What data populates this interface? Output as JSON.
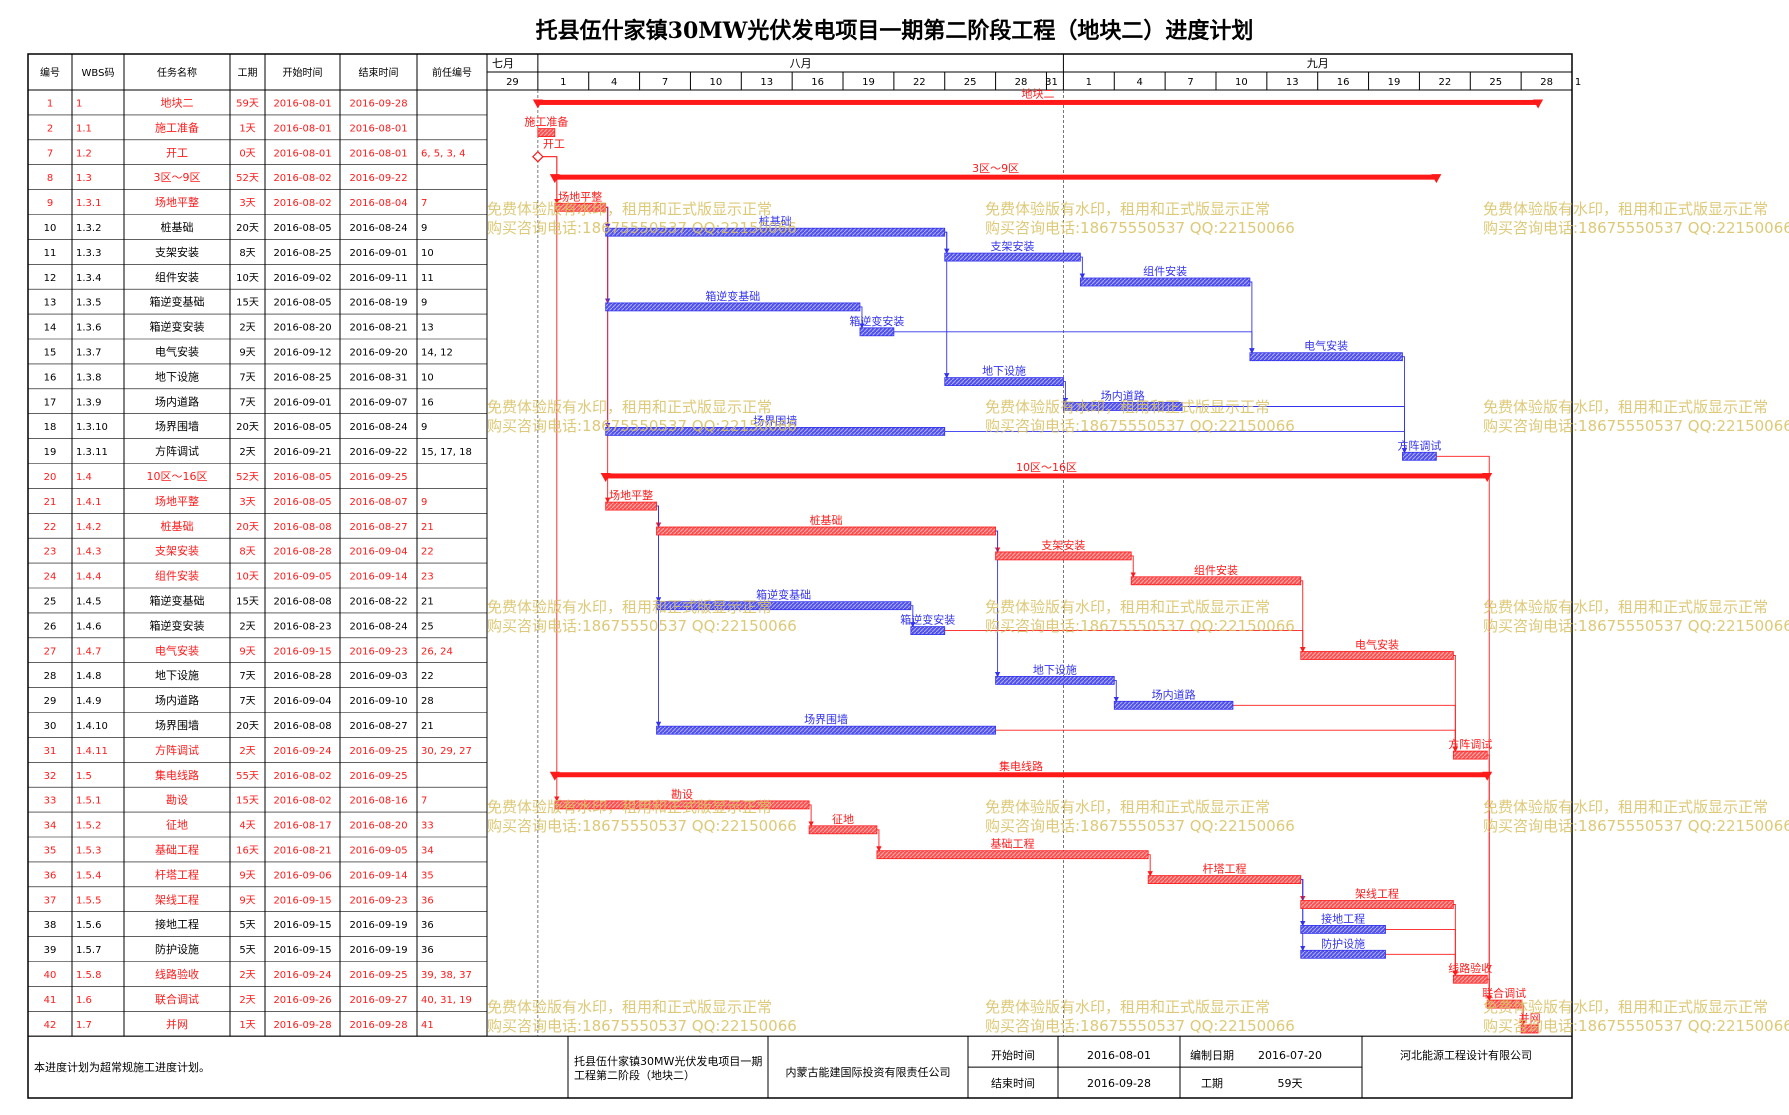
{
  "title": "托县伍什家镇30MW光伏发电项目一期第二阶段工程（地块二）进度计划",
  "columns": [
    "编号",
    "WBS码",
    "任务名称",
    "工期",
    "开始时间",
    "结束时间",
    "前任编号"
  ],
  "timeline": {
    "months": [
      "七月",
      "八月",
      "九月"
    ],
    "day_ticks": [
      "29",
      "1",
      "4",
      "7",
      "10",
      "13",
      "16",
      "19",
      "22",
      "25",
      "28",
      "31",
      "1",
      "4",
      "7",
      "10",
      "13",
      "16",
      "19",
      "22",
      "25",
      "28",
      "1"
    ]
  },
  "chart_data": {
    "type": "gantt",
    "x_range": [
      "2016-07-29",
      "2016-10-01"
    ],
    "colors": {
      "critical": "#ff1a1a",
      "normal": "#3333ee"
    },
    "tasks": [
      {
        "id": "1",
        "wbs": "1",
        "name": "地块二",
        "dur": "59天",
        "start": "2016-08-01",
        "end": "2016-09-28",
        "pred": "",
        "summary": true,
        "critical": true
      },
      {
        "id": "2",
        "wbs": "1.1",
        "name": "施工准备",
        "dur": "1天",
        "start": "2016-08-01",
        "end": "2016-08-01",
        "pred": "",
        "summary": false,
        "critical": true
      },
      {
        "id": "7",
        "wbs": "1.2",
        "name": "开工",
        "dur": "0天",
        "start": "2016-08-01",
        "end": "2016-08-01",
        "pred": "6, 5, 3, 4",
        "summary": false,
        "critical": true,
        "milestone": true
      },
      {
        "id": "8",
        "wbs": "1.3",
        "name": "3区～9区",
        "dur": "52天",
        "start": "2016-08-02",
        "end": "2016-09-22",
        "pred": "",
        "summary": true,
        "critical": true
      },
      {
        "id": "9",
        "wbs": "1.3.1",
        "name": "场地平整",
        "dur": "3天",
        "start": "2016-08-02",
        "end": "2016-08-04",
        "pred": "7",
        "summary": false,
        "critical": true
      },
      {
        "id": "10",
        "wbs": "1.3.2",
        "name": "桩基础",
        "dur": "20天",
        "start": "2016-08-05",
        "end": "2016-08-24",
        "pred": "9",
        "summary": false,
        "critical": false
      },
      {
        "id": "11",
        "wbs": "1.3.3",
        "name": "支架安装",
        "dur": "8天",
        "start": "2016-08-25",
        "end": "2016-09-01",
        "pred": "10",
        "summary": false,
        "critical": false
      },
      {
        "id": "12",
        "wbs": "1.3.4",
        "name": "组件安装",
        "dur": "10天",
        "start": "2016-09-02",
        "end": "2016-09-11",
        "pred": "11",
        "summary": false,
        "critical": false
      },
      {
        "id": "13",
        "wbs": "1.3.5",
        "name": "箱逆变基础",
        "dur": "15天",
        "start": "2016-08-05",
        "end": "2016-08-19",
        "pred": "9",
        "summary": false,
        "critical": false
      },
      {
        "id": "14",
        "wbs": "1.3.6",
        "name": "箱逆变安装",
        "dur": "2天",
        "start": "2016-08-20",
        "end": "2016-08-21",
        "pred": "13",
        "summary": false,
        "critical": false
      },
      {
        "id": "15",
        "wbs": "1.3.7",
        "name": "电气安装",
        "dur": "9天",
        "start": "2016-09-12",
        "end": "2016-09-20",
        "pred": "14, 12",
        "summary": false,
        "critical": false
      },
      {
        "id": "16",
        "wbs": "1.3.8",
        "name": "地下设施",
        "dur": "7天",
        "start": "2016-08-25",
        "end": "2016-08-31",
        "pred": "10",
        "summary": false,
        "critical": false
      },
      {
        "id": "17",
        "wbs": "1.3.9",
        "name": "场内道路",
        "dur": "7天",
        "start": "2016-09-01",
        "end": "2016-09-07",
        "pred": "16",
        "summary": false,
        "critical": false
      },
      {
        "id": "18",
        "wbs": "1.3.10",
        "name": "场界围墙",
        "dur": "20天",
        "start": "2016-08-05",
        "end": "2016-08-24",
        "pred": "9",
        "summary": false,
        "critical": false
      },
      {
        "id": "19",
        "wbs": "1.3.11",
        "name": "方阵调试",
        "dur": "2天",
        "start": "2016-09-21",
        "end": "2016-09-22",
        "pred": "15, 17, 18",
        "summary": false,
        "critical": false
      },
      {
        "id": "20",
        "wbs": "1.4",
        "name": "10区～16区",
        "dur": "52天",
        "start": "2016-08-05",
        "end": "2016-09-25",
        "pred": "",
        "summary": true,
        "critical": true
      },
      {
        "id": "21",
        "wbs": "1.4.1",
        "name": "场地平整",
        "dur": "3天",
        "start": "2016-08-05",
        "end": "2016-08-07",
        "pred": "9",
        "summary": false,
        "critical": true
      },
      {
        "id": "22",
        "wbs": "1.4.2",
        "name": "桩基础",
        "dur": "20天",
        "start": "2016-08-08",
        "end": "2016-08-27",
        "pred": "21",
        "summary": false,
        "critical": true
      },
      {
        "id": "23",
        "wbs": "1.4.3",
        "name": "支架安装",
        "dur": "8天",
        "start": "2016-08-28",
        "end": "2016-09-04",
        "pred": "22",
        "summary": false,
        "critical": true
      },
      {
        "id": "24",
        "wbs": "1.4.4",
        "name": "组件安装",
        "dur": "10天",
        "start": "2016-09-05",
        "end": "2016-09-14",
        "pred": "23",
        "summary": false,
        "critical": true
      },
      {
        "id": "25",
        "wbs": "1.4.5",
        "name": "箱逆变基础",
        "dur": "15天",
        "start": "2016-08-08",
        "end": "2016-08-22",
        "pred": "21",
        "summary": false,
        "critical": false
      },
      {
        "id": "26",
        "wbs": "1.4.6",
        "name": "箱逆变安装",
        "dur": "2天",
        "start": "2016-08-23",
        "end": "2016-08-24",
        "pred": "25",
        "summary": false,
        "critical": false
      },
      {
        "id": "27",
        "wbs": "1.4.7",
        "name": "电气安装",
        "dur": "9天",
        "start": "2016-09-15",
        "end": "2016-09-23",
        "pred": "26, 24",
        "summary": false,
        "critical": true
      },
      {
        "id": "28",
        "wbs": "1.4.8",
        "name": "地下设施",
        "dur": "7天",
        "start": "2016-08-28",
        "end": "2016-09-03",
        "pred": "22",
        "summary": false,
        "critical": false
      },
      {
        "id": "29",
        "wbs": "1.4.9",
        "name": "场内道路",
        "dur": "7天",
        "start": "2016-09-04",
        "end": "2016-09-10",
        "pred": "28",
        "summary": false,
        "critical": false
      },
      {
        "id": "30",
        "wbs": "1.4.10",
        "name": "场界围墙",
        "dur": "20天",
        "start": "2016-08-08",
        "end": "2016-08-27",
        "pred": "21",
        "summary": false,
        "critical": false
      },
      {
        "id": "31",
        "wbs": "1.4.11",
        "name": "方阵调试",
        "dur": "2天",
        "start": "2016-09-24",
        "end": "2016-09-25",
        "pred": "30, 29, 27",
        "summary": false,
        "critical": true
      },
      {
        "id": "32",
        "wbs": "1.5",
        "name": "集电线路",
        "dur": "55天",
        "start": "2016-08-02",
        "end": "2016-09-25",
        "pred": "",
        "summary": true,
        "critical": true
      },
      {
        "id": "33",
        "wbs": "1.5.1",
        "name": "勘设",
        "dur": "15天",
        "start": "2016-08-02",
        "end": "2016-08-16",
        "pred": "7",
        "summary": false,
        "critical": true
      },
      {
        "id": "34",
        "wbs": "1.5.2",
        "name": "征地",
        "dur": "4天",
        "start": "2016-08-17",
        "end": "2016-08-20",
        "pred": "33",
        "summary": false,
        "critical": true
      },
      {
        "id": "35",
        "wbs": "1.5.3",
        "name": "基础工程",
        "dur": "16天",
        "start": "2016-08-21",
        "end": "2016-09-05",
        "pred": "34",
        "summary": false,
        "critical": true
      },
      {
        "id": "36",
        "wbs": "1.5.4",
        "name": "杆塔工程",
        "dur": "9天",
        "start": "2016-09-06",
        "end": "2016-09-14",
        "pred": "35",
        "summary": false,
        "critical": true
      },
      {
        "id": "37",
        "wbs": "1.5.5",
        "name": "架线工程",
        "dur": "9天",
        "start": "2016-09-15",
        "end": "2016-09-23",
        "pred": "36",
        "summary": false,
        "critical": true
      },
      {
        "id": "38",
        "wbs": "1.5.6",
        "name": "接地工程",
        "dur": "5天",
        "start": "2016-09-15",
        "end": "2016-09-19",
        "pred": "36",
        "summary": false,
        "critical": false
      },
      {
        "id": "39",
        "wbs": "1.5.7",
        "name": "防护设施",
        "dur": "5天",
        "start": "2016-09-15",
        "end": "2016-09-19",
        "pred": "36",
        "summary": false,
        "critical": false
      },
      {
        "id": "40",
        "wbs": "1.5.8",
        "name": "线路验收",
        "dur": "2天",
        "start": "2016-09-24",
        "end": "2016-09-25",
        "pred": "39, 38, 37",
        "summary": false,
        "critical": true
      },
      {
        "id": "41",
        "wbs": "1.6",
        "name": "联合调试",
        "dur": "2天",
        "start": "2016-09-26",
        "end": "2016-09-27",
        "pred": "40, 31, 19",
        "summary": false,
        "critical": true
      },
      {
        "id": "42",
        "wbs": "1.7",
        "name": "并网",
        "dur": "1天",
        "start": "2016-09-28",
        "end": "2016-09-28",
        "pred": "41",
        "summary": false,
        "critical": true
      }
    ]
  },
  "watermark": {
    "line1": "免费体验版有水印，租用和正式版显示正常",
    "line2": "购买咨询电话:18675550537 QQ:22150066"
  },
  "footer": {
    "note": "本进度计划为超常规施工进度计划。",
    "project_line1": "托县伍什家镇30MW光伏发电项目一期",
    "project_line2": "工程第二阶段（地块二）",
    "owner": "内蒙古能建国际投资有限责任公司",
    "start_label": "开始时间",
    "start_value": "2016-08-01",
    "end_label": "结束时间",
    "end_value": "2016-09-28",
    "compiled_label": "编制日期",
    "compiled_value": "2016-07-20",
    "duration_label": "工期",
    "duration_value": "59天",
    "designer": "河北能源工程设计有限公司"
  }
}
